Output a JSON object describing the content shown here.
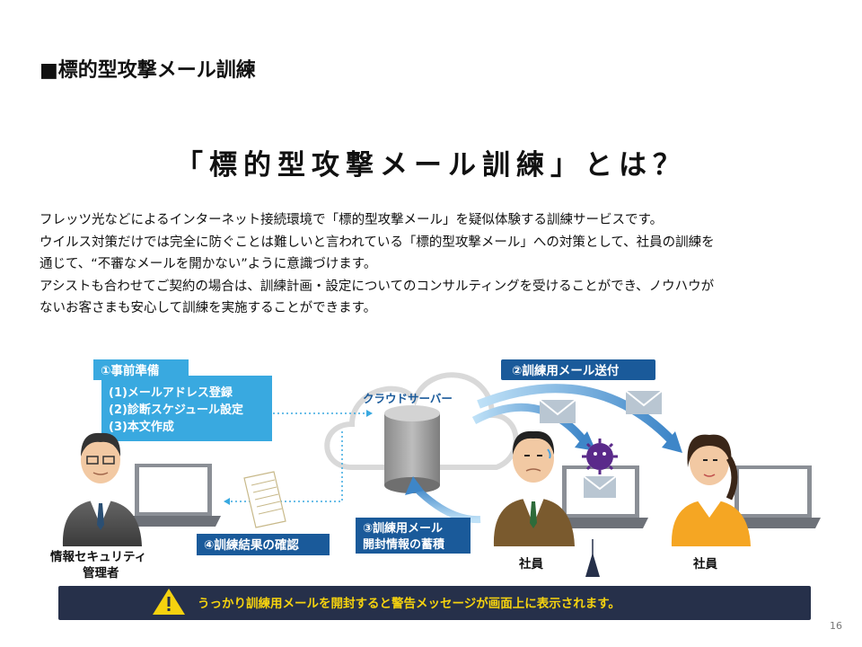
{
  "header": {
    "title": "■標的型攻撃メール訓練"
  },
  "main_title": "「標的型攻撃メール訓練」とは？",
  "body": {
    "lines": [
      "フレッツ光などによるインターネット接続環境で「標的型攻撃メール」を疑似体験する訓練サービスです。",
      "ウイルス対策だけでは完全に防ぐことは難しいと言われている「標的型攻撃メール」への対策として、社員の訓練を",
      "通じて、“不審なメールを開かない”ように意識づけます。",
      "アシストも合わせてご契約の場合は、訓練計画・設定についてのコンサルティングを受けることができ、ノウハウが",
      "ないお客さまも安心して訓練を実施することができます。"
    ]
  },
  "diagram": {
    "step1": {
      "label": "①事前準備",
      "items": [
        "(1)メールアドレス登録",
        "(2)診断スケジュール設定",
        "(3)本文作成"
      ]
    },
    "step2": {
      "label": "②訓練用メール送付"
    },
    "step3": {
      "line1": "③訓練用メール",
      "line2": "開封情報の蓄積"
    },
    "step4": {
      "label": "④訓練結果の確認"
    },
    "cloud_label": "クラウドサーバー",
    "admin_label_line1": "情報セキュリティ",
    "admin_label_line2": "管理者",
    "employee1_label": "社員",
    "employee2_label": "社員",
    "warning_text": "うっかり訓練用メールを開封すると警告メッセージが画面上に表示されます。",
    "icons": [
      "warning-icon",
      "mail-icon",
      "document-icon",
      "virus-icon",
      "server-icon",
      "laptop-icon"
    ],
    "colors": {
      "lightBlue": "#39a9e0",
      "navy": "#1a5a9a",
      "bannerBg": "#26304a",
      "warningYellow": "#f5d20f"
    }
  },
  "page_number": "16"
}
